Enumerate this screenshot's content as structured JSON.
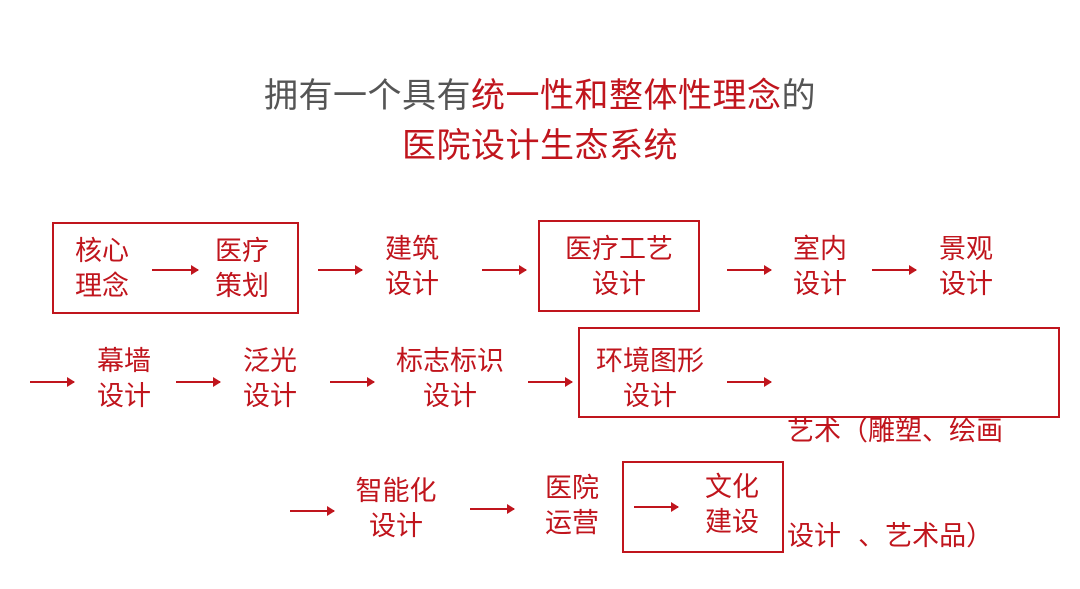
{
  "title": {
    "line1": {
      "prefix": "拥有一个具有",
      "highlight": "统一性和整体性理念",
      "suffix": "的"
    },
    "line2": "医院设计生态系统"
  },
  "colors": {
    "accent": "#c0151d",
    "title_gray": "#555555",
    "background": "#ffffff"
  },
  "nodes": {
    "core_concept": {
      "l1": "核心",
      "l2": "理念"
    },
    "medical_planning": {
      "l1": "医疗",
      "l2": "策划"
    },
    "architecture": {
      "l1": "建筑",
      "l2": "设计"
    },
    "medical_process": {
      "l1": "医疗工艺",
      "l2": "设计"
    },
    "interior": {
      "l1": "室内",
      "l2": "设计"
    },
    "landscape": {
      "l1": "景观",
      "l2": "设计"
    },
    "curtain_wall": {
      "l1": "幕墙",
      "l2": "设计"
    },
    "lighting": {
      "l1": "泛光",
      "l2": "设计"
    },
    "signage": {
      "l1": "标志标识",
      "l2": "设计"
    },
    "environmental_graphics": {
      "l1": "环境图形",
      "l2": "设计"
    },
    "art": {
      "l1": "艺术（雕塑、绘画",
      "l2": "设计  、艺术品）"
    },
    "intelligent": {
      "l1": "智能化",
      "l2": "设计"
    },
    "operation": {
      "l1": "医院",
      "l2": "运营"
    },
    "culture": {
      "l1": "文化",
      "l2": "建设"
    }
  }
}
